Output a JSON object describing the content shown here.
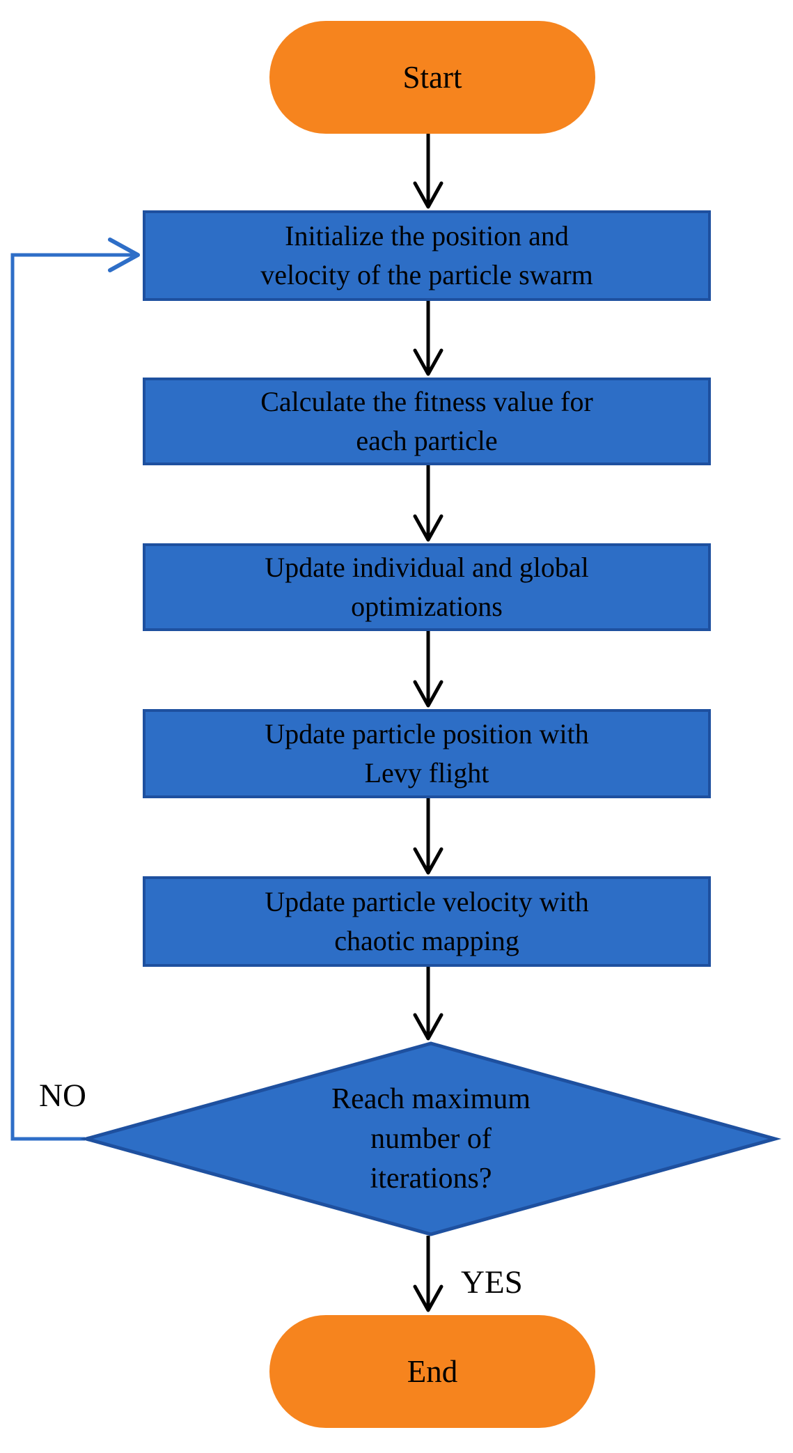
{
  "colors": {
    "blue_fill": "#2d6ec6",
    "blue_border": "#1e509f",
    "orange_fill": "#f6841e",
    "arrow_black": "#000000",
    "loop_blue": "#2e6ec7",
    "text_color": "#000000",
    "canvas_bg": "#ffffff"
  },
  "nodes": {
    "start": {
      "label": "Start"
    },
    "initialize": {
      "line1": "Initialize the position and",
      "line2": "velocity of the particle swarm"
    },
    "fitness": {
      "line1": "Calculate the fitness value for",
      "line2": "each particle"
    },
    "optimizations": {
      "line1": "Update individual and global",
      "line2": "optimizations"
    },
    "levy": {
      "line1": "Update particle position with",
      "line2": "Levy flight"
    },
    "chaotic": {
      "line1": "Update particle velocity with",
      "line2": "chaotic mapping"
    },
    "decision": {
      "line1": "Reach maximum",
      "line2": "number of",
      "line3": "iterations?"
    },
    "end": {
      "label": "End"
    }
  },
  "edges": {
    "no_label": "NO",
    "yes_label": "YES"
  }
}
